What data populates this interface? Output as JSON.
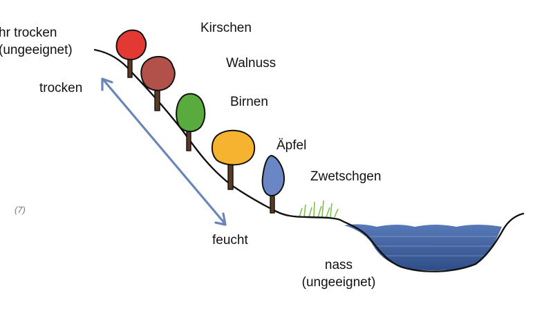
{
  "labels": {
    "very_dry_line1": "hr trocken",
    "very_dry_line2": "(ungeeignet)",
    "dry": "trocken",
    "moist": "feucht",
    "wet_line1": "nass",
    "wet_line2": "(ungeeignet)",
    "figure_number": "(7)"
  },
  "trees": [
    {
      "label": "Kirschen",
      "color": "#e23a33"
    },
    {
      "label": "Walnuss",
      "color": "#b2514a"
    },
    {
      "label": "Birnen",
      "color": "#5aab3e"
    },
    {
      "label": "Äpfel",
      "color": "#f6b32f"
    },
    {
      "label": "Zwetschgen",
      "color": "#6a86c4"
    }
  ],
  "colors": {
    "arrow": "#6a86b8",
    "water_top": "#5475b5",
    "water_bottom": "#2e4d86",
    "grass": "#7ebf52",
    "trunk": "#5a3a22",
    "outline": "#111111"
  }
}
